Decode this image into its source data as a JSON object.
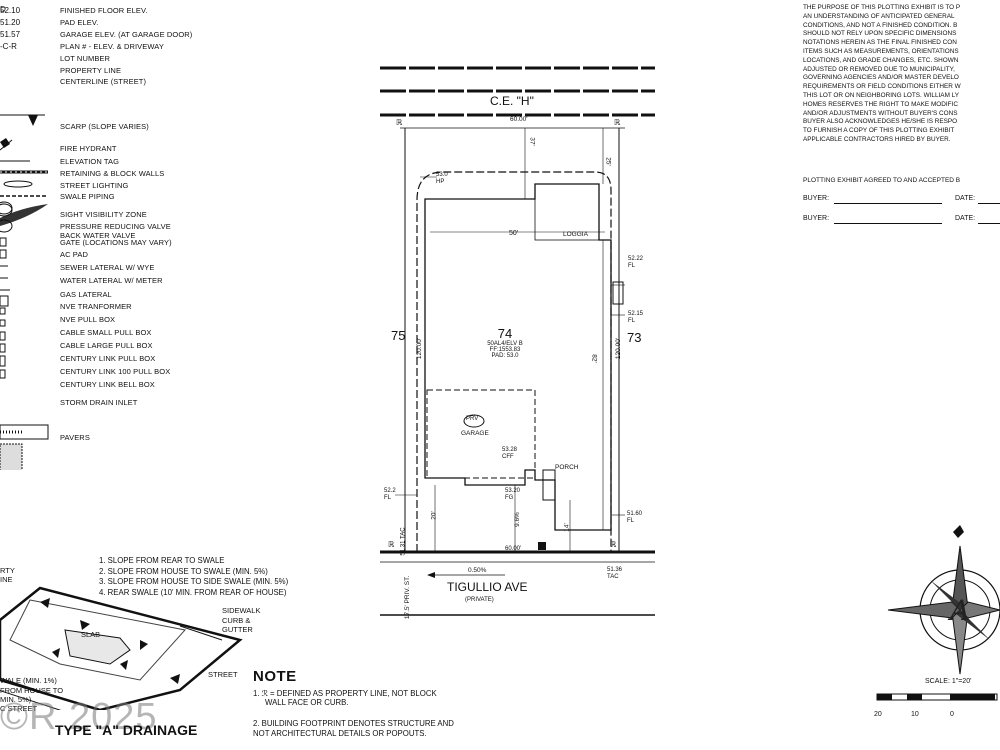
{
  "legend": {
    "items": [
      {
        "code": "52.10",
        "label": "FINISHED FLOOR ELEV."
      },
      {
        "code": "51.20",
        "label": "PAD ELEV."
      },
      {
        "code": "51.57",
        "label": "GARAGE ELEV. (AT GARAGE DOOR)"
      },
      {
        "code": "-C-R",
        "label": "PLAN # - ELEV. & DRIVEWAY"
      },
      {
        "code": "",
        "label": "LOT NUMBER"
      },
      {
        "code": "",
        "label": "PROPERTY LINE"
      },
      {
        "code": "",
        "label": "CENTERLINE (STREET)"
      },
      {
        "code": "",
        "label": "SCARP (SLOPE VARIES)"
      },
      {
        "code": "",
        "label": "FIRE HYDRANT"
      },
      {
        "code": "",
        "label": "ELEVATION TAG"
      },
      {
        "code": "",
        "label": "RETAINING & BLOCK WALLS"
      },
      {
        "code": "",
        "label": "STREET LIGHTING"
      },
      {
        "code": "",
        "label": "SWALE PIPING"
      },
      {
        "code": "",
        "label": "SIGHT VISIBILITY ZONE"
      },
      {
        "code": "",
        "label": "BACK WATER VALVE"
      },
      {
        "code": "",
        "label": "PRESSURE REDUCING VALVE"
      },
      {
        "code": "",
        "label": "GATE (LOCATIONS MAY VARY)"
      },
      {
        "code": "",
        "label": "AC PAD"
      },
      {
        "code": "",
        "label": "SEWER LATERAL W/ WYE"
      },
      {
        "code": "",
        "label": "WATER LATERAL W/ METER"
      },
      {
        "code": "",
        "label": "GAS LATERAL"
      },
      {
        "code": "",
        "label": "NVE TRANFORMER"
      },
      {
        "code": "",
        "label": "NVE PULL BOX"
      },
      {
        "code": "",
        "label": "CABLE SMALL PULL BOX"
      },
      {
        "code": "",
        "label": "CABLE LARGE PULL BOX"
      },
      {
        "code": "",
        "label": "CENTURY LINK PULL BOX"
      },
      {
        "code": "",
        "label": "CENTURY LINK 100 PULL BOX"
      },
      {
        "code": "",
        "label": "CENTURY LINK BELL BOX"
      },
      {
        "code": "",
        "label": "STORM DRAIN INLET"
      },
      {
        "code": "",
        "label": "PAVERS"
      }
    ]
  },
  "plan": {
    "easement_label": "C.E. \"H\"",
    "lot_number": "74",
    "plan_code": "50AL4/ELV B",
    "ff": "FF:1553.83",
    "pad": "PAD: 53.0",
    "left_lot": "75",
    "right_lot": "73",
    "loggia": "LOGGIA",
    "garage": "GARAGE",
    "prv": "PRV",
    "porch": "PORCH",
    "street_name": "TIGULLIO AVE",
    "street_private": "(PRIVATE)",
    "street_width": "17.5' PRIV. ST.",
    "street_slope": "0.50%",
    "dim_width": "50'",
    "dim_depth": "82'",
    "dim_front": "20'",
    "dim_back": "37'",
    "dim_right_top": "25'",
    "dim_lot_depth_left": "120.00'",
    "dim_lot_depth_right": "120.00'",
    "dim_top_lot": "60.00'",
    "dim_bottom_lot": "60.00'",
    "dim_side": "14'",
    "tags": [
      {
        "value": "53.0",
        "sub": "HP"
      },
      {
        "value": "52.22",
        "sub": "FL"
      },
      {
        "value": "52.15",
        "sub": "FL"
      },
      {
        "value": "53.28",
        "sub": "CFF"
      },
      {
        "value": "53.20",
        "sub": "FG"
      },
      {
        "value": "52.2",
        "sub": "FL"
      },
      {
        "value": "51.60",
        "sub": "FL"
      },
      {
        "value": "51.31",
        "sub": "TAC"
      },
      {
        "value": "51.36",
        "sub": "TAC"
      },
      {
        "value": "9.6%",
        "sub": ""
      }
    ]
  },
  "notes": {
    "lines": [
      "THE PURPOSE OF THIS PLOTTING EXHIBIT IS TO P",
      "AN UNDERSTANDING OF ANTICIPATED GENERAL",
      "CONDITIONS, AND NOT A FINISHED CONDITION. B",
      "SHOULD NOT RELY UPON SPECIFIC DIMENSIONS",
      "NOTATIONS HEREIN AS THE FINAL FINISHED CON",
      "ITEMS SUCH AS MEASUREMENTS, ORIENTATIONS",
      "LOCATIONS, AND GRADE CHANGES, ETC. SHOWN",
      "ADJUSTED OR REMOVED DUE TO MUNICIPALITY,",
      "GOVERNING AGENCIES AND/OR MASTER DEVELO",
      "REQUIREMENTS OR FIELD CONDITIONS EITHER W",
      "THIS LOT OR ON NEIGHBORING LOTS. WILLIAM LY",
      "HOMES RESERVES THE RIGHT TO MAKE MODIFIC",
      "AND/OR ADJUSTMENTS WITHOUT BUYER'S CONS",
      "BUYER ALSO ACKNOWLEDGES HE/SHE IS RESPO",
      "TO FURNISH A COPY OF THIS PLOTTING EXHIBIT",
      "APPLICABLE CONTRACTORS HIRED BY BUYER."
    ],
    "agreed": "PLOTTING EXHIBIT AGREED TO AND ACCEPTED B",
    "buyer_label": "BUYER:",
    "date_label": "DATE:"
  },
  "compass": {
    "scale": "SCALE: 1\"=20'",
    "ticks": [
      "20",
      "10",
      "0"
    ]
  },
  "drainage": {
    "steps": [
      "1. SLOPE FROM REAR TO SWALE",
      "2. SLOPE FROM HOUSE TO SWALE (MIN. 5%)",
      "3. SLOPE FROM HOUSE TO SIDE SWALE (MIN. 5%)",
      "4. REAR SWALE (10' MIN. FROM REAR OF HOUSE)"
    ],
    "labels": {
      "property": "RTY",
      "line": "INE",
      "slab": "SLAB",
      "sidewalk": "SIDEWALK",
      "curb": "CURB &",
      "gutter": "GUTTER",
      "street": "STREET",
      "swale": "WALE (MIN. 1%)",
      "fromhouse": "FROM HOUSE TO",
      "min5": "MIN. 5%)",
      "street2": "C STREET"
    },
    "title": "TYPE \"A\" DRAINAGE"
  },
  "note": {
    "title": "NOTE",
    "item1a": "1.  ℛ = DEFINED AS PROPERTY LINE, NOT BLOCK",
    "item1b": "WALL FACE OR CURB.",
    "item2a": "2. BUILDING FOOTPRINT DENOTES STRUCTURE AND",
    "item2b": "NOT ARCHITECTURAL DETAILS OR POPOUTS."
  },
  "watermark": "©R 2025"
}
